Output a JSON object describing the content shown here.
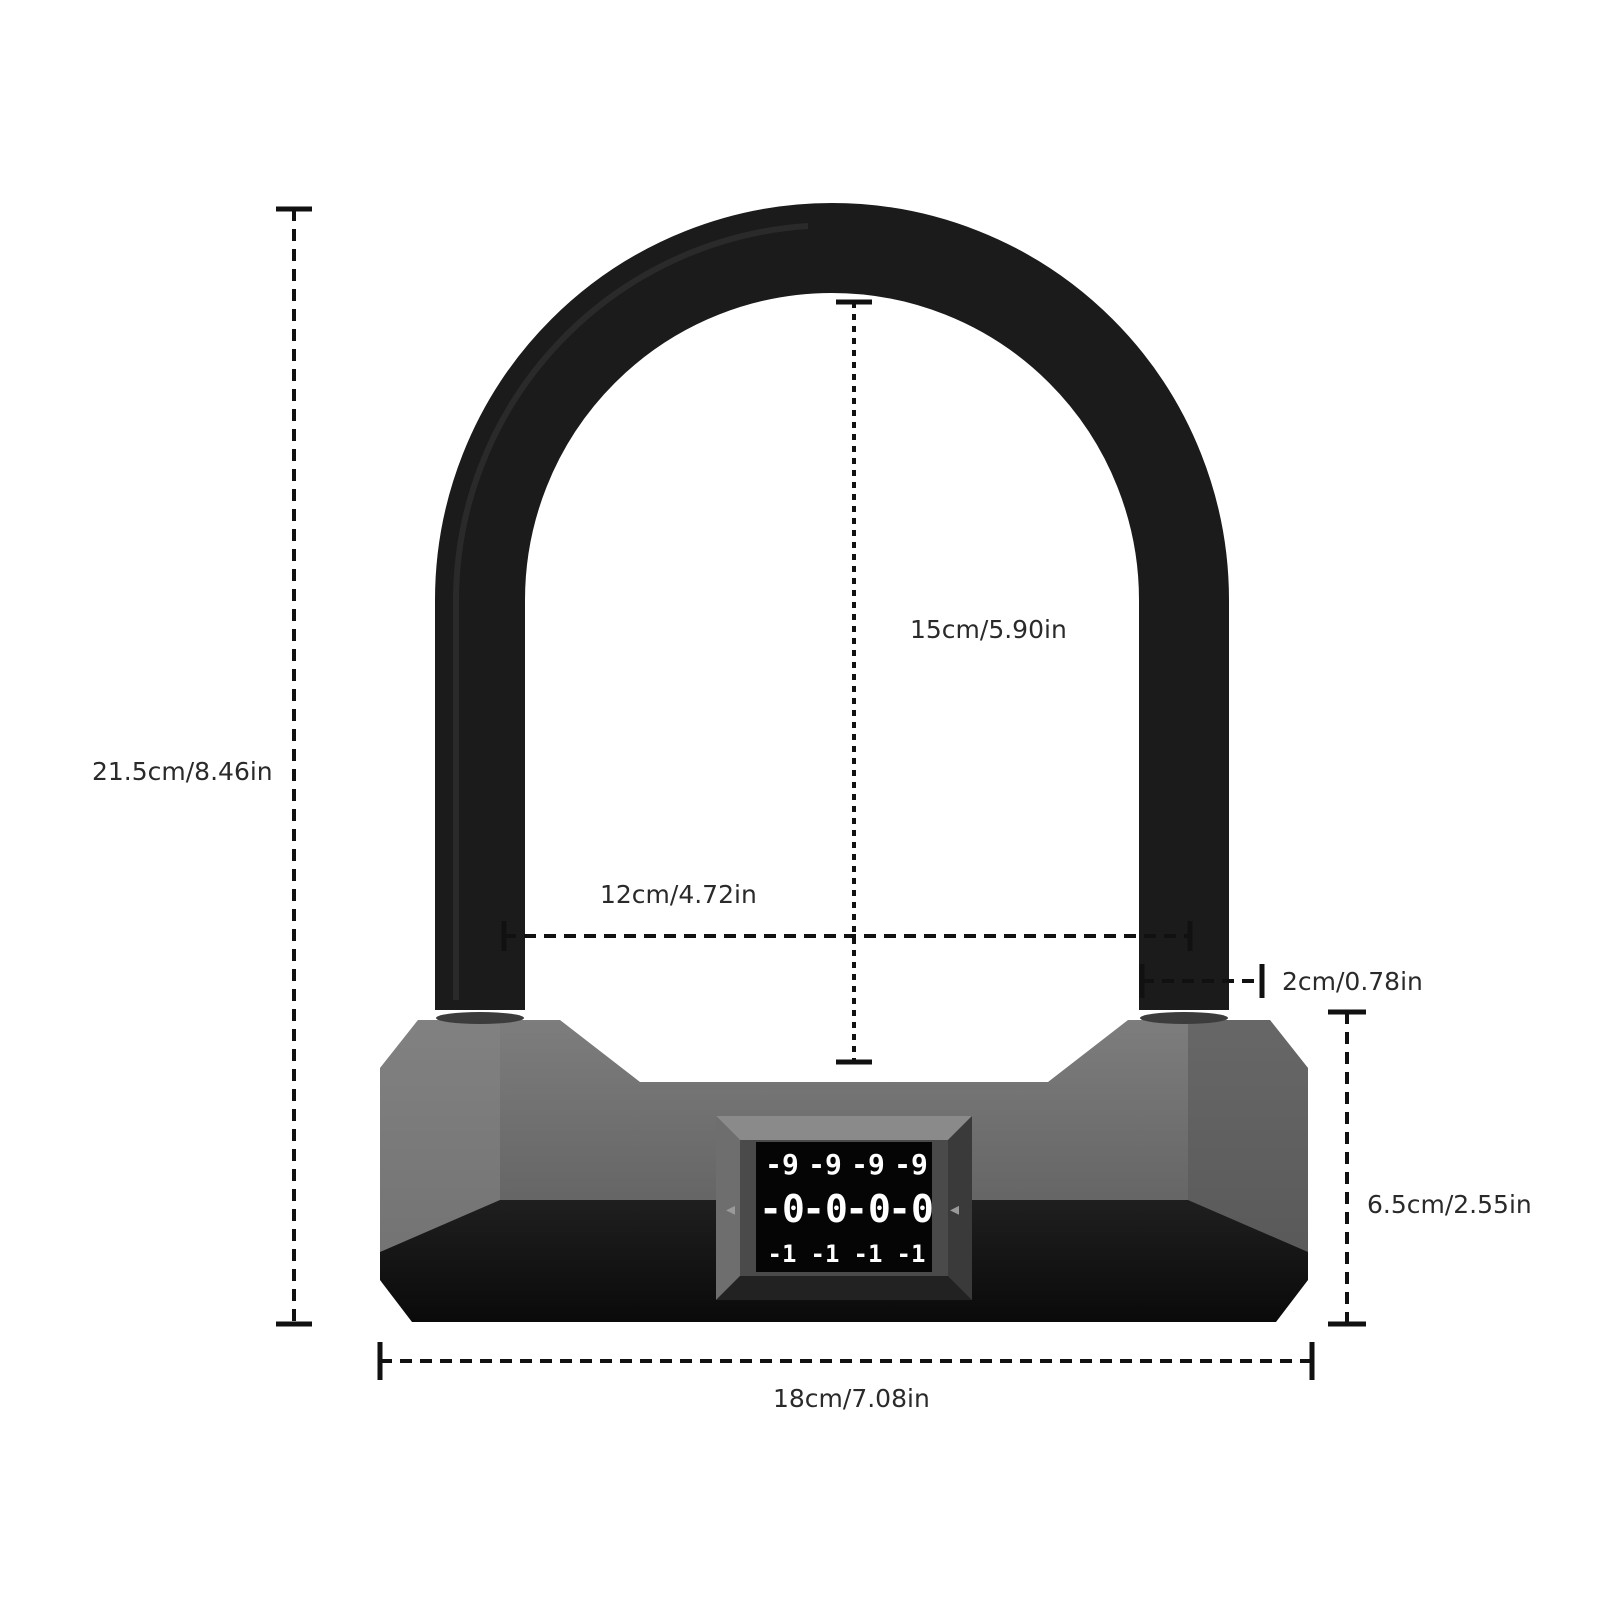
{
  "dimensions": {
    "total_height": "21.5cm/8.46in",
    "inner_height": "15cm/5.90in",
    "inner_width": "12cm/4.72in",
    "shackle_diameter": "2cm/0.78in",
    "body_height": "6.5cm/2.55in",
    "total_width": "18cm/7.08in"
  },
  "dial": {
    "top_row": [
      "-9",
      "-9",
      "-9",
      "-9"
    ],
    "middle_row": [
      "-0",
      "-0",
      "-0",
      "-0"
    ],
    "bottom_row": [
      "-1",
      "-1",
      "-1",
      "-1"
    ]
  },
  "colors": {
    "shackle": "#1b1b1b",
    "body_upper": "#6f6f6f",
    "body_lower": "#141414",
    "dimension_line": "#111111",
    "label_text": "#2a2a2a"
  }
}
